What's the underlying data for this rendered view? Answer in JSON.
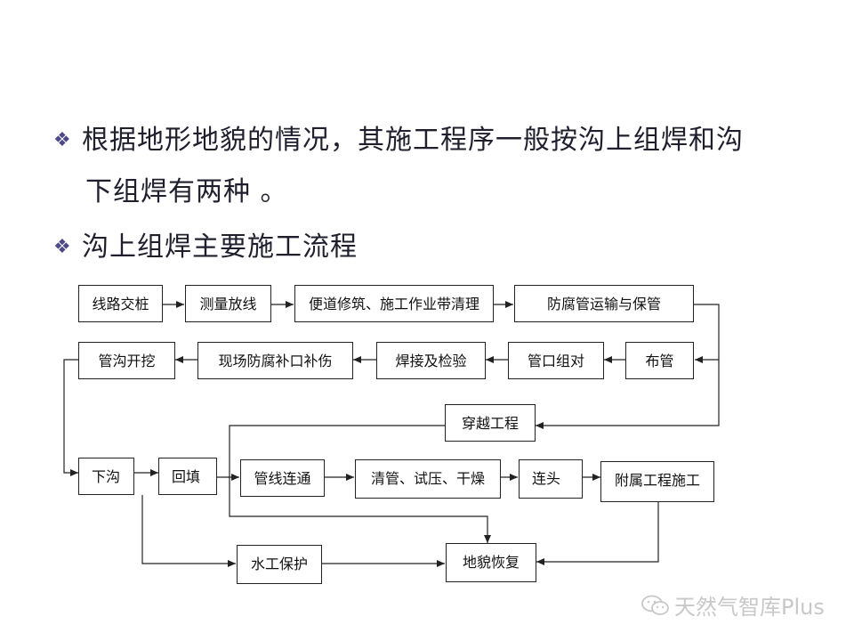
{
  "bullets": [
    {
      "line1": "根据地形地貌的情况，其施工程序一般按沟上组焊和沟",
      "line2": "下组焊有两种 。"
    },
    {
      "line1": "沟上组焊主要施工流程"
    }
  ],
  "icons": {
    "bullet": "diamond-cluster-icon",
    "watermark": "wechat-icon"
  },
  "flow": {
    "boxes": {
      "xianlu": "线路交桩",
      "celiang": "测量放线",
      "biandao": "便道修筑、施工作业带清理",
      "fangfuguan": "防腐管运输与保管",
      "guangou": "管沟开挖",
      "xianchang": "现场防腐补口补伤",
      "hanjie": "焊接及检验",
      "guankou": "管口组对",
      "buguan": "布管",
      "chuanyue": "穿越工程",
      "xiagou": "下沟",
      "huitian": "回填",
      "guanxian": "管线连通",
      "qingguan": "清管、试压、干燥",
      "liantou": "连头",
      "fushu": "附属工程施工",
      "shuigong": "水工保护",
      "dimao": "地貌恢复"
    }
  },
  "watermark": {
    "text": "天然气智库Plus"
  },
  "colors": {
    "text": "#1f1f2e",
    "bullet": "#4a4a8a",
    "watermark": "#c8c8c8",
    "line": "#222222"
  }
}
